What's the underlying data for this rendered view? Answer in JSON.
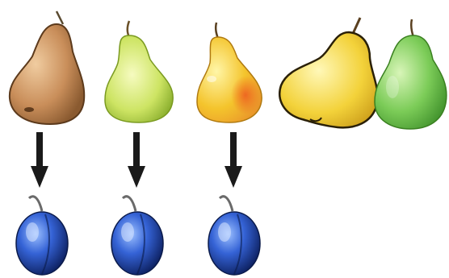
{
  "pears": [
    {
      "name": "brown-pear",
      "colors": {
        "light": "#e8b98a",
        "mid": "#c98e5a",
        "dark": "#8a5a30"
      }
    },
    {
      "name": "light-green-pear",
      "colors": {
        "light": "#f3f8b0",
        "mid": "#c8e05a",
        "dark": "#86ab2a"
      }
    },
    {
      "name": "yellow-orange-pear",
      "colors": {
        "light": "#fff4a0",
        "mid": "#f4c42c",
        "dark": "#e0702a"
      }
    },
    {
      "name": "yellow-pear",
      "colors": {
        "light": "#fff7b0",
        "mid": "#f3d23a",
        "dark": "#c99a18"
      }
    },
    {
      "name": "green-pear",
      "colors": {
        "light": "#c9f0a8",
        "mid": "#7ccc58",
        "dark": "#3e8f2a"
      }
    }
  ],
  "plums": [
    {
      "name": "plum",
      "colors": {
        "light": "#8fb6ff",
        "mid": "#2c57c8",
        "dark": "#0c1f5e"
      }
    },
    {
      "name": "plum",
      "colors": {
        "light": "#8fb6ff",
        "mid": "#2c57c8",
        "dark": "#0c1f5e"
      }
    },
    {
      "name": "plum",
      "colors": {
        "light": "#8fb6ff",
        "mid": "#2c57c8",
        "dark": "#0c1f5e"
      }
    }
  ],
  "arrow_color": "#1a1a1a",
  "arrow_count": 3
}
